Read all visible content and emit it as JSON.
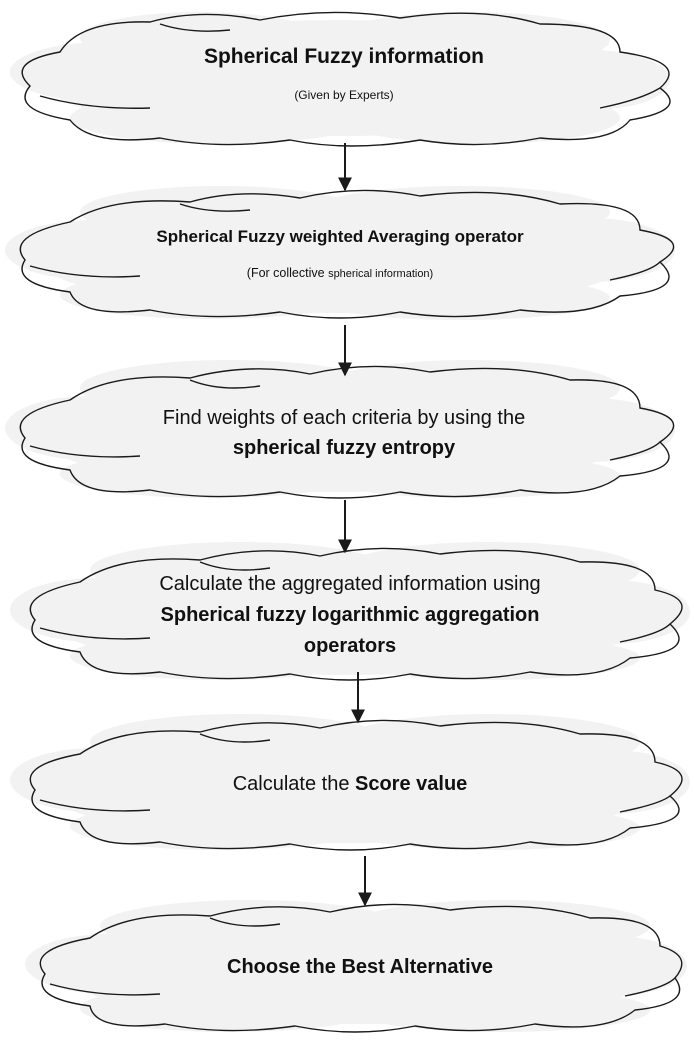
{
  "steps": [
    {
      "title": "Spherical Fuzzy information",
      "subtitle": "(Given by Experts)"
    },
    {
      "title": "Spherical Fuzzy weighted Averaging operator",
      "subtitle_a": "(For collective ",
      "subtitle_b": "spherical information)"
    },
    {
      "line1": "Find weights of each criteria by using the",
      "line2": "spherical fuzzy entropy"
    },
    {
      "line1": "Calculate the aggregated information using",
      "line2": "Spherical fuzzy logarithmic aggregation",
      "line3": "operators"
    },
    {
      "text_a": "Calculate the ",
      "text_b": "Score value"
    },
    {
      "title": "Choose the Best Alternative"
    }
  ],
  "colors": {
    "cloud_fill": "#f2f2f2",
    "stroke": "#1a1a1a",
    "text": "#111111"
  }
}
